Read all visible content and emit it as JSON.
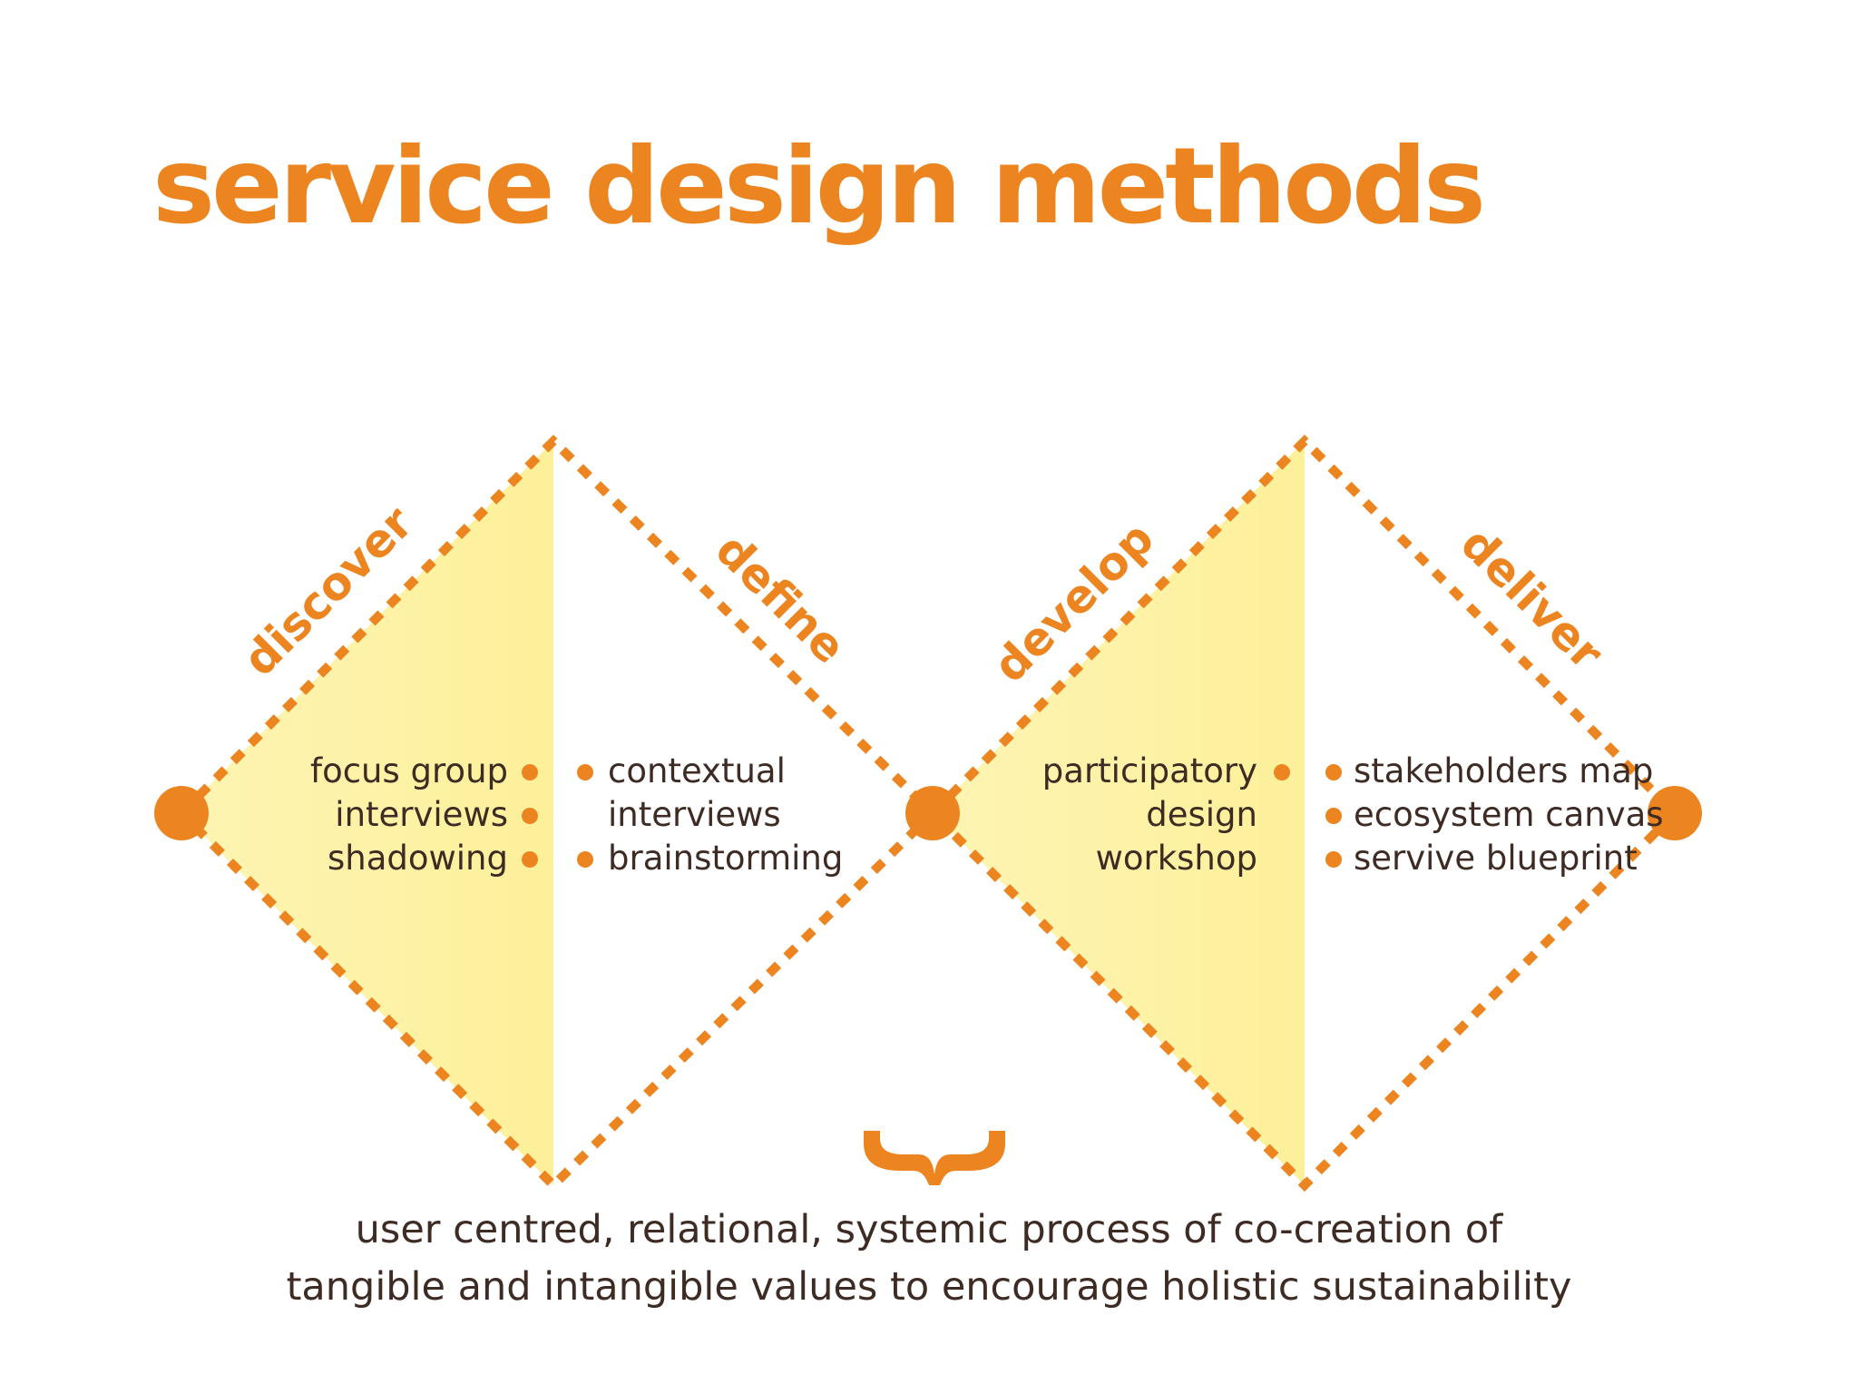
{
  "title": "service design methods",
  "colors": {
    "accent": "#ec8420",
    "fill": "#fdf2a6",
    "text": "#3d2b24"
  },
  "phases": [
    "discover",
    "define",
    "develop",
    "deliver"
  ],
  "methods": {
    "discover": [
      "focus group",
      "interviews",
      "shadowing"
    ],
    "define": [
      "contextual",
      "interviews",
      "brainstorming"
    ],
    "develop": [
      "participatory",
      "design",
      "workshop"
    ],
    "deliver": [
      "stakeholders map",
      "ecosystem canvas",
      "servive blueprint"
    ]
  },
  "footer": {
    "line1": "user centred, relational, systemic process of co-creation of",
    "line2": "tangible and intangible values to encourage holistic sustainability"
  }
}
